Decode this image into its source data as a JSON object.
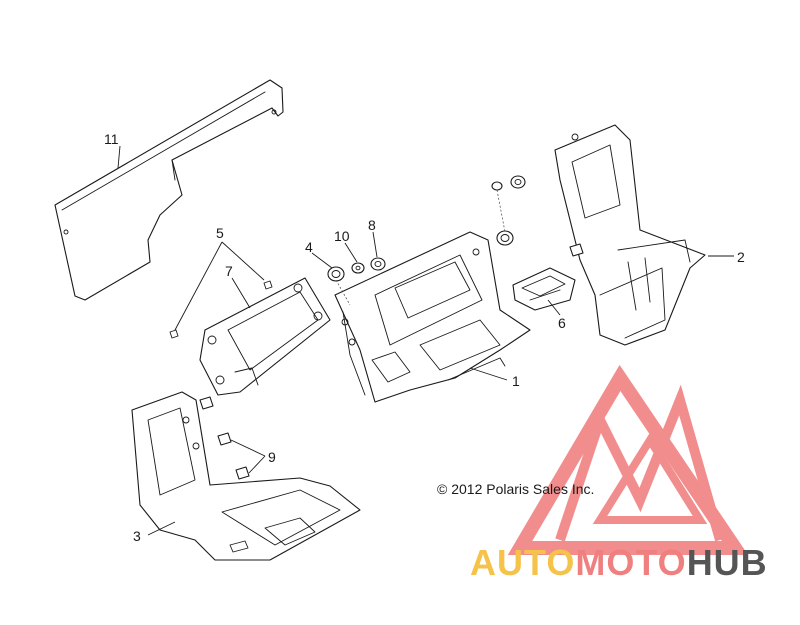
{
  "callouts": {
    "c1": "1",
    "c2": "2",
    "c3": "3",
    "c4": "4",
    "c5": "5",
    "c6": "6",
    "c7": "7",
    "c8": "8",
    "c9": "9",
    "c10": "10",
    "c11": "11"
  },
  "copyright": "© 2012 Polaris Sales Inc.",
  "watermark": {
    "word_a": "AUTO",
    "word_b": "MOTO",
    "word_c": "HUB",
    "colors": {
      "a": "#f5c24a",
      "b": "#f08080",
      "c": "#555555",
      "logo": "#f07a7a"
    }
  }
}
